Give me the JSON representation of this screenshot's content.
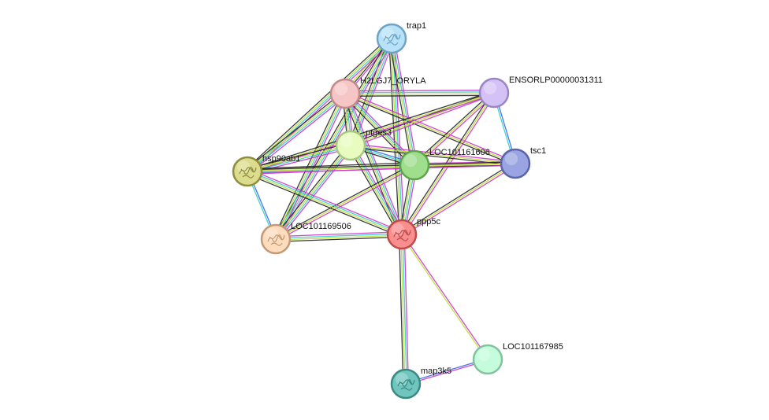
{
  "nodes": [
    {
      "id": "trap1",
      "label": "trap1",
      "color": "#b8e2f8",
      "stroke": "#6fa3c3",
      "structure": true
    },
    {
      "id": "h2lgj7",
      "label": "H2LGJ7_ORYLA",
      "color": "#f6c6c6",
      "stroke": "#c38a8a",
      "structure": false
    },
    {
      "id": "ensorlp",
      "label": "ENSORLP00000031311",
      "color": "#d4c2f6",
      "stroke": "#9a86c6",
      "structure": false
    },
    {
      "id": "ptges3",
      "label": "ptges3",
      "color": "#e8fcc0",
      "stroke": "#a8c882",
      "structure": false
    },
    {
      "id": "loc101161606",
      "label": "LOC101161606",
      "color": "#9ede8c",
      "stroke": "#5ea34e",
      "structure": false
    },
    {
      "id": "tsc1",
      "label": "tsc1",
      "color": "#9aa4e2",
      "stroke": "#5a64aa",
      "structure": false
    },
    {
      "id": "hsp90ab1",
      "label": "hsp90ab1",
      "color": "#dcdc8e",
      "stroke": "#8e8e3e",
      "structure": true
    },
    {
      "id": "loc101169506",
      "label": "LOC101169506",
      "color": "#fcdcbc",
      "stroke": "#c39a78",
      "structure": true
    },
    {
      "id": "ppp5c",
      "label": "ppp5c",
      "color": "#f88e8e",
      "stroke": "#c04a4a",
      "structure": true
    },
    {
      "id": "loc101167985",
      "label": "LOC101167985",
      "color": "#c4fcdc",
      "stroke": "#84c29e",
      "structure": false
    },
    {
      "id": "map3k5",
      "label": "map3k5",
      "color": "#70c6be",
      "stroke": "#3a8a82",
      "structure": true
    }
  ],
  "edges": [
    {
      "source": "trap1",
      "target": "h2lgj7",
      "colors": [
        "#cc33cc",
        "#222222",
        "#bbdd33"
      ]
    },
    {
      "source": "trap1",
      "target": "ptges3",
      "colors": [
        "#cc33cc",
        "#33cccc",
        "#bbdd33",
        "#222222"
      ]
    },
    {
      "source": "trap1",
      "target": "hsp90ab1",
      "colors": [
        "#cc33cc",
        "#33cccc",
        "#bbdd33",
        "#222222"
      ]
    },
    {
      "source": "trap1",
      "target": "loc101169506",
      "colors": [
        "#cc33cc",
        "#33cccc",
        "#bbdd33",
        "#222222"
      ]
    },
    {
      "source": "trap1",
      "target": "ppp5c",
      "colors": [
        "#cc33cc",
        "#33cccc",
        "#bbdd33",
        "#222222"
      ]
    },
    {
      "source": "trap1",
      "target": "loc101161606",
      "colors": [
        "#cc33cc",
        "#33cccc",
        "#bbdd33",
        "#222222"
      ]
    },
    {
      "source": "h2lgj7",
      "target": "ensorlp",
      "colors": [
        "#cc33cc",
        "#33cccc",
        "#bbdd33",
        "#222222"
      ]
    },
    {
      "source": "h2lgj7",
      "target": "ptges3",
      "colors": [
        "#cc33cc",
        "#33cccc",
        "#bbdd33",
        "#222222"
      ]
    },
    {
      "source": "h2lgj7",
      "target": "loc101161606",
      "colors": [
        "#cc33cc",
        "#33cccc",
        "#bbdd33",
        "#222222"
      ]
    },
    {
      "source": "h2lgj7",
      "target": "tsc1",
      "colors": [
        "#cc33cc",
        "#bbdd33",
        "#222222"
      ]
    },
    {
      "source": "h2lgj7",
      "target": "hsp90ab1",
      "colors": [
        "#cc33cc",
        "#33cccc",
        "#bbdd33",
        "#222222"
      ]
    },
    {
      "source": "h2lgj7",
      "target": "loc101169506",
      "colors": [
        "#cc33cc",
        "#33cccc",
        "#bbdd33",
        "#222222"
      ]
    },
    {
      "source": "h2lgj7",
      "target": "ppp5c",
      "colors": [
        "#cc33cc",
        "#33cccc",
        "#bbdd33",
        "#222222"
      ]
    },
    {
      "source": "ensorlp",
      "target": "tsc1",
      "colors": [
        "#3366ee",
        "#33cccc"
      ]
    },
    {
      "source": "ensorlp",
      "target": "ptges3",
      "colors": [
        "#cc33cc",
        "#bbdd33",
        "#222222"
      ]
    },
    {
      "source": "ensorlp",
      "target": "loc101161606",
      "colors": [
        "#cc33cc",
        "#bbdd33",
        "#222222"
      ]
    },
    {
      "source": "ensorlp",
      "target": "ppp5c",
      "colors": [
        "#cc33cc",
        "#bbdd33",
        "#222222"
      ]
    },
    {
      "source": "ensorlp",
      "target": "hsp90ab1",
      "colors": [
        "#cc33cc",
        "#bbdd33",
        "#222222"
      ]
    },
    {
      "source": "ptges3",
      "target": "loc101161606",
      "colors": [
        "#3366ee",
        "#33cccc",
        "#222222"
      ]
    },
    {
      "source": "ptges3",
      "target": "tsc1",
      "colors": [
        "#cc33cc",
        "#bbdd33",
        "#222222"
      ]
    },
    {
      "source": "ptges3",
      "target": "hsp90ab1",
      "colors": [
        "#cc33cc",
        "#33cccc",
        "#bbdd33",
        "#222222"
      ]
    },
    {
      "source": "ptges3",
      "target": "loc101169506",
      "colors": [
        "#cc33cc",
        "#33cccc",
        "#bbdd33",
        "#222222"
      ]
    },
    {
      "source": "ptges3",
      "target": "ppp5c",
      "colors": [
        "#cc33cc",
        "#33cccc",
        "#bbdd33",
        "#222222"
      ]
    },
    {
      "source": "loc101161606",
      "target": "tsc1",
      "colors": [
        "#cc33cc",
        "#bbdd33",
        "#222222"
      ]
    },
    {
      "source": "loc101161606",
      "target": "hsp90ab1",
      "colors": [
        "#cc33cc",
        "#33cccc",
        "#bbdd33",
        "#222222"
      ]
    },
    {
      "source": "loc101161606",
      "target": "loc101169506",
      "colors": [
        "#cc33cc",
        "#bbdd33",
        "#222222"
      ]
    },
    {
      "source": "loc101161606",
      "target": "ppp5c",
      "colors": [
        "#cc33cc",
        "#33cccc",
        "#bbdd33",
        "#222222"
      ]
    },
    {
      "source": "tsc1",
      "target": "ppp5c",
      "colors": [
        "#cc33cc",
        "#bbdd33",
        "#222222"
      ]
    },
    {
      "source": "tsc1",
      "target": "hsp90ab1",
      "colors": [
        "#cc33cc",
        "#bbdd33",
        "#222222"
      ]
    },
    {
      "source": "hsp90ab1",
      "target": "loc101169506",
      "colors": [
        "#3366ee",
        "#33cccc"
      ]
    },
    {
      "source": "hsp90ab1",
      "target": "ppp5c",
      "colors": [
        "#cc33cc",
        "#33cccc",
        "#bbdd33",
        "#222222"
      ]
    },
    {
      "source": "loc101169506",
      "target": "ppp5c",
      "colors": [
        "#cc33cc",
        "#33cccc",
        "#bbdd33",
        "#222222"
      ]
    },
    {
      "source": "ppp5c",
      "target": "loc101167985",
      "colors": [
        "#cc33cc",
        "#bbdd33"
      ]
    },
    {
      "source": "ppp5c",
      "target": "map3k5",
      "colors": [
        "#cc33cc",
        "#33cccc",
        "#bbdd33",
        "#222222"
      ]
    },
    {
      "source": "map3k5",
      "target": "loc101167985",
      "colors": [
        "#3366ee",
        "#cc33cc"
      ]
    }
  ]
}
